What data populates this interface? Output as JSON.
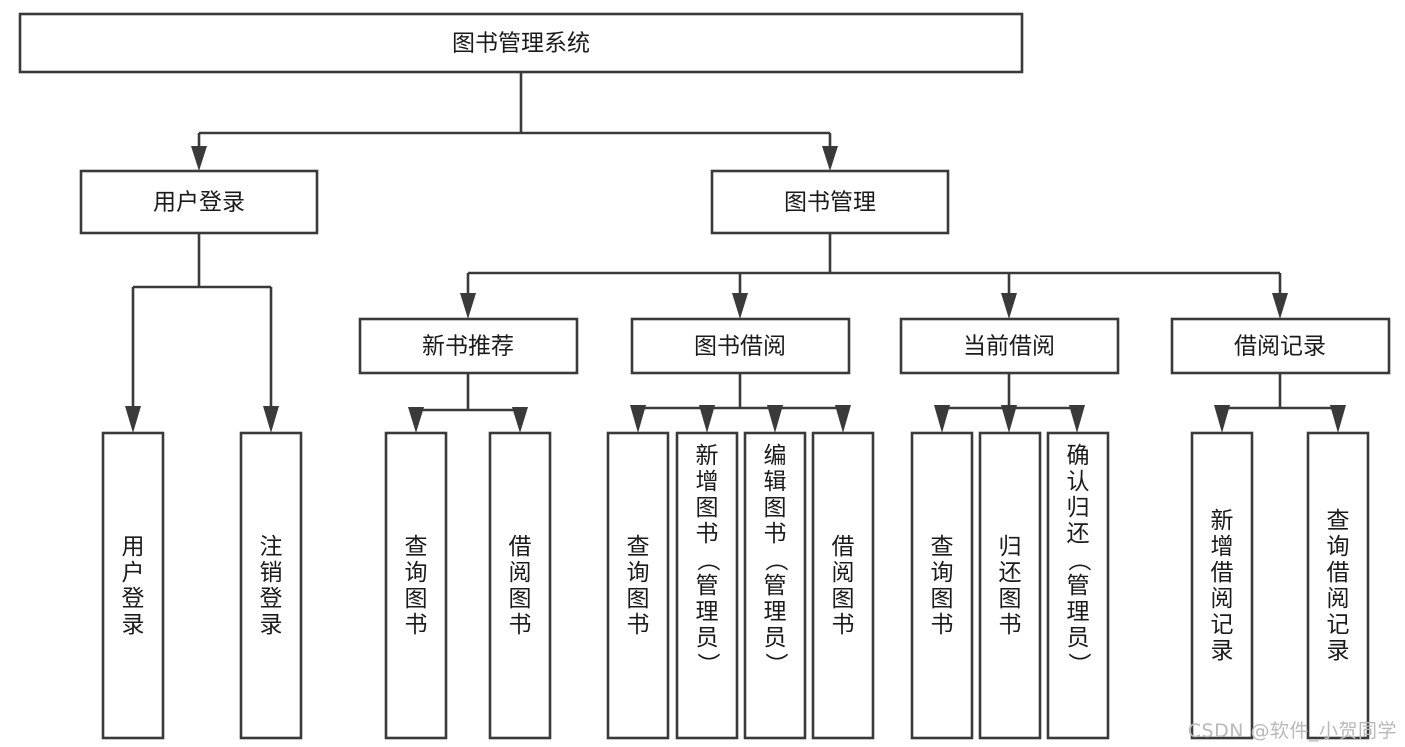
{
  "diagram": {
    "type": "tree-hierarchy-chart",
    "title": "图书管理系统",
    "root": {
      "id": "root",
      "label": "图书管理系统",
      "orientation": "horizontal"
    },
    "level2": [
      {
        "id": "user-login",
        "label": "用户登录",
        "orientation": "horizontal"
      },
      {
        "id": "book-management",
        "label": "图书管理",
        "orientation": "horizontal"
      }
    ],
    "level3": [
      {
        "id": "new-book-recommend",
        "label": "新书推荐",
        "orientation": "horizontal",
        "parent": "book-management"
      },
      {
        "id": "book-borrow",
        "label": "图书借阅",
        "orientation": "horizontal",
        "parent": "book-management"
      },
      {
        "id": "current-borrow",
        "label": "当前借阅",
        "orientation": "horizontal",
        "parent": "book-management"
      },
      {
        "id": "borrow-record",
        "label": "借阅记录",
        "orientation": "horizontal",
        "parent": "book-management"
      }
    ],
    "leaves": [
      {
        "id": "leaf-user-login",
        "label": "用户登录",
        "parent": "user-login",
        "align": "middle"
      },
      {
        "id": "leaf-logout-login",
        "label": "注销登录",
        "parent": "user-login",
        "align": "middle"
      },
      {
        "id": "leaf-query-book-1",
        "label": "查询图书",
        "parent": "new-book-recommend",
        "align": "middle"
      },
      {
        "id": "leaf-borrow-book-1",
        "label": "借阅图书",
        "parent": "new-book-recommend",
        "align": "middle"
      },
      {
        "id": "leaf-query-book-2",
        "label": "查询图书",
        "parent": "book-borrow",
        "align": "middle"
      },
      {
        "id": "leaf-add-book",
        "label": "新增图书（管理员）",
        "parent": "book-borrow",
        "align": "top"
      },
      {
        "id": "leaf-edit-book",
        "label": "编辑图书（管理员）",
        "parent": "book-borrow",
        "align": "top"
      },
      {
        "id": "leaf-borrow-book-2",
        "label": "借阅图书",
        "parent": "book-borrow",
        "align": "middle"
      },
      {
        "id": "leaf-query-book-3",
        "label": "查询图书",
        "parent": "current-borrow",
        "align": "middle"
      },
      {
        "id": "leaf-return-book",
        "label": "归还图书",
        "parent": "current-borrow",
        "align": "middle"
      },
      {
        "id": "leaf-confirm-return",
        "label": "确认归还（管理员）",
        "parent": "current-borrow",
        "align": "top"
      },
      {
        "id": "leaf-add-record",
        "label": "新增借阅记录",
        "parent": "borrow-record",
        "align": "middle"
      },
      {
        "id": "leaf-query-record",
        "label": "查询借阅记录",
        "parent": "borrow-record",
        "align": "middle"
      }
    ],
    "colors": {
      "box_fill": "#ffffff",
      "box_stroke": "#3a3a3a",
      "text": "#1b1b1b",
      "background": "#ffffff",
      "watermark": "#b9b9b9"
    }
  },
  "watermark": {
    "text": "CSDN @软件_小贺同学"
  }
}
